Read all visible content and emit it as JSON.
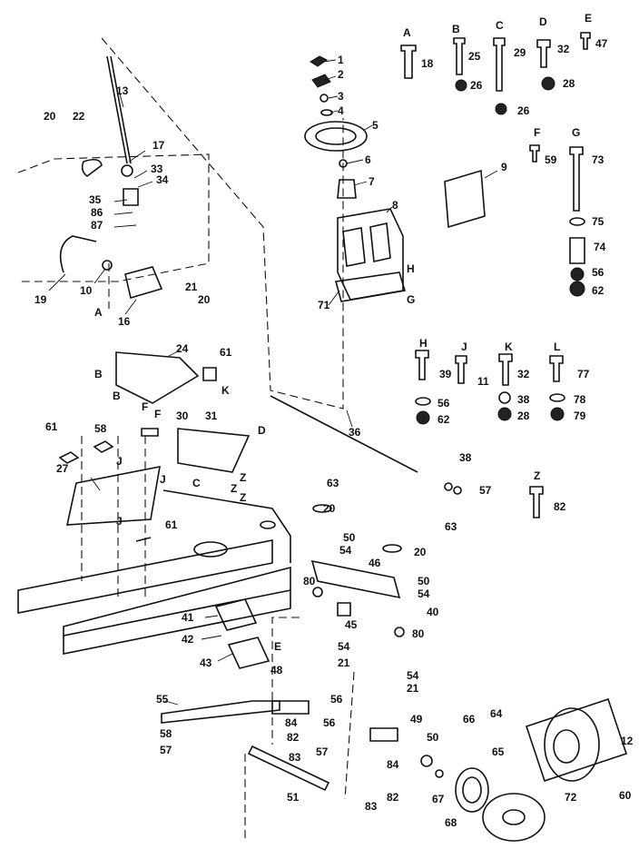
{
  "labels": {
    "hw_letters": [
      "A",
      "B",
      "C",
      "D",
      "E",
      "F",
      "G",
      "H",
      "J",
      "K",
      "L",
      "Z"
    ],
    "hw_numbers": {
      "n18": "18",
      "n25": "25",
      "n29": "29",
      "n32a": "32",
      "n47": "47",
      "n26a": "26",
      "n28a": "28",
      "n26b": "26",
      "n59": "59",
      "n73": "73",
      "n75": "75",
      "n74": "74",
      "n56a": "56",
      "n62a": "62",
      "n39": "39",
      "n11": "11",
      "n32b": "32",
      "n77": "77",
      "n56b": "56",
      "n62b": "62",
      "n38a": "38",
      "n28b": "28",
      "n78": "78",
      "n79": "79",
      "n82a": "82",
      "n38b": "38",
      "n57a": "57"
    },
    "parts": {
      "p1": "1",
      "p2": "2",
      "p3": "3",
      "p4": "4",
      "p5": "5",
      "p6": "6",
      "p7": "7",
      "p8": "8",
      "p9": "9",
      "p71": "71",
      "hAssy": "H",
      "gAssy": "G",
      "p13": "13",
      "p17": "17",
      "p20a": "20",
      "p22": "22",
      "p33": "33",
      "p34": "34",
      "p35": "35",
      "p86a": "86",
      "p87a": "87",
      "p19": "19",
      "p10": "10",
      "p16": "16",
      "p21a": "21",
      "p20b": "20",
      "aLeft": "A",
      "p24": "24",
      "bA": "B",
      "bB": "B",
      "p61a": "61",
      "kLbl": "K",
      "p58": "58",
      "fLbl1": "F",
      "fLbl2": "F",
      "p30": "30",
      "p31": "31",
      "dLbl": "D",
      "cLbl": "C",
      "p61b": "61",
      "p27": "27",
      "jLbl1": "J",
      "jLbl2": "J",
      "jLbl3": "J",
      "p61c": "61",
      "z1": "Z",
      "z2": "Z",
      "z3": "Z",
      "p36": "36",
      "p63a": "63",
      "p20c": "20",
      "p50a": "50",
      "p54a": "54",
      "p63b": "63",
      "p20d": "20",
      "p46": "46",
      "p50b": "50",
      "p54b": "54",
      "p80a": "80",
      "p45": "45",
      "p40": "40",
      "p80b": "80",
      "p54c": "54",
      "p21b": "21",
      "p54d": "54",
      "p21c": "21",
      "p41": "41",
      "p42": "42",
      "p43": "43",
      "eLbl": "E",
      "p48": "48",
      "p55": "55",
      "p56c": "56",
      "p84a": "84",
      "p82b": "82",
      "p56d": "56",
      "p58b": "58",
      "p57b": "57",
      "p83a": "83",
      "p57c": "57",
      "p49": "49",
      "p51": "51",
      "p84b": "84",
      "p83b": "83",
      "p82c": "82",
      "p66": "66",
      "p64": "64",
      "p65": "65",
      "p50c": "50",
      "p67": "67",
      "p68": "68",
      "p72": "72",
      "p12": "12",
      "p60": "60"
    }
  }
}
